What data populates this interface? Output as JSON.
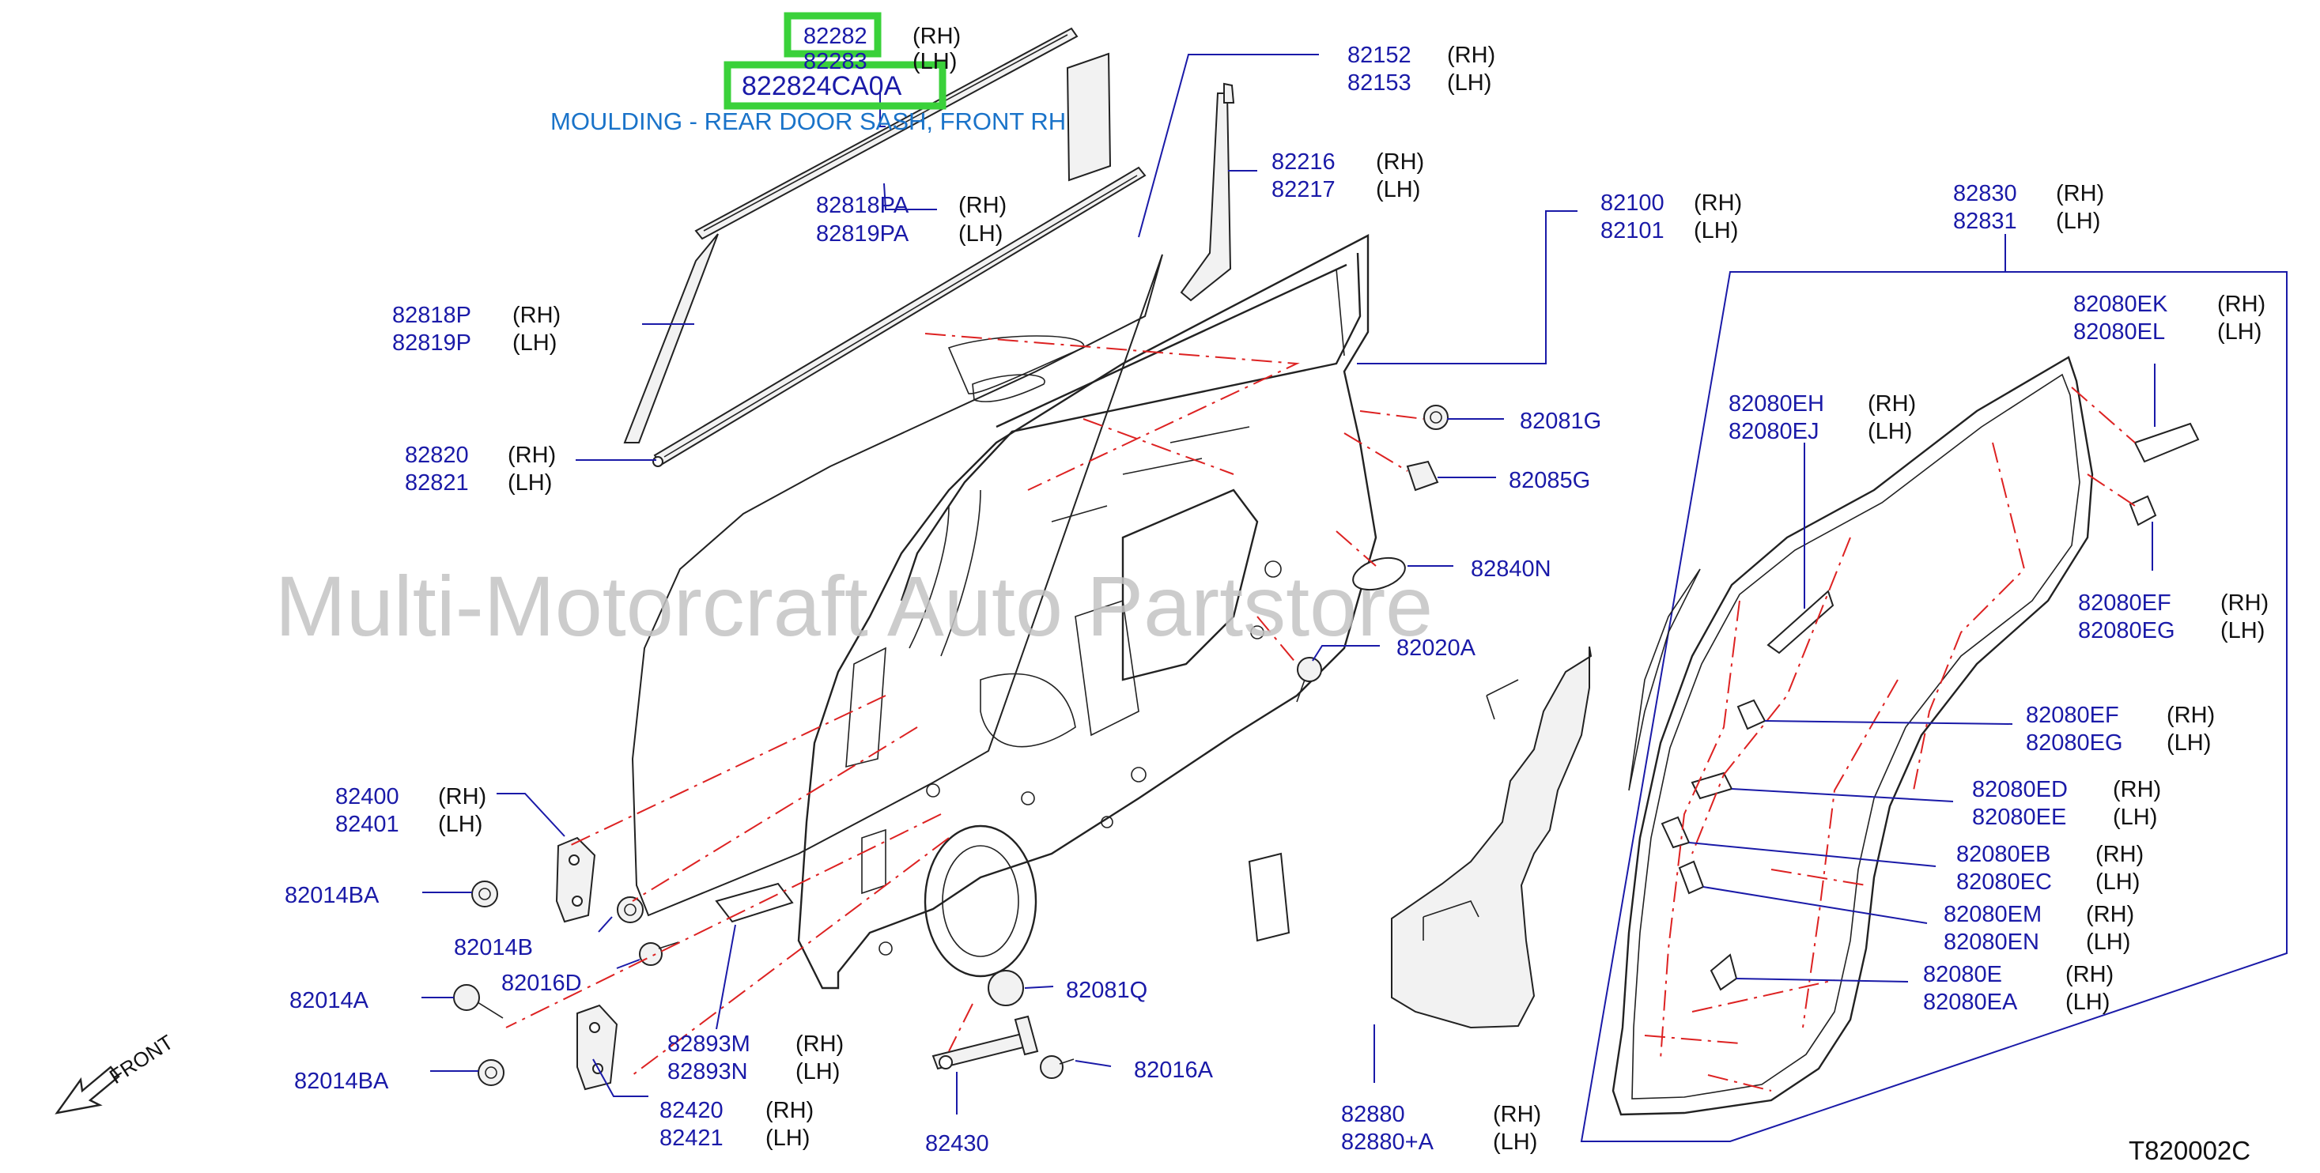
{
  "highlight": {
    "part": "822824CA0A",
    "description": "MOULDING - REAR DOOR SASH, FRONT RH"
  },
  "diagram_code": "T820002C",
  "front_label": "FRONT",
  "watermark": "Multi-Motorcraft Auto Partstore",
  "callouts": {
    "c82282": {
      "a": "82282",
      "a_side": "(RH)",
      "b": "82283",
      "b_side": "(LH)"
    },
    "c82818PA": {
      "a": "82818PA",
      "a_side": "(RH)",
      "b": "82819PA",
      "b_side": "(LH)"
    },
    "c82818P": {
      "a": "82818P",
      "a_side": "(RH)",
      "b": "82819P",
      "b_side": "(LH)"
    },
    "c82820": {
      "a": "82820",
      "a_side": "(RH)",
      "b": "82821",
      "b_side": "(LH)"
    },
    "c82152": {
      "a": "82152",
      "a_side": "(RH)",
      "b": "82153",
      "b_side": "(LH)"
    },
    "c82216": {
      "a": "82216",
      "a_side": "(RH)",
      "b": "82217",
      "b_side": "(LH)"
    },
    "c82100": {
      "a": "82100",
      "a_side": "(RH)",
      "b": "82101",
      "b_side": "(LH)"
    },
    "c82081G": {
      "a": "82081G"
    },
    "c82085G": {
      "a": "82085G"
    },
    "c82840N": {
      "a": "82840N"
    },
    "c82020A": {
      "a": "82020A"
    },
    "c82400": {
      "a": "82400",
      "a_side": "(RH)",
      "b": "82401",
      "b_side": "(LH)"
    },
    "c82014BA_1": {
      "a": "82014BA"
    },
    "c82014B": {
      "a": "82014B"
    },
    "c82016D": {
      "a": "82016D"
    },
    "c82014A": {
      "a": "82014A"
    },
    "c82014BA_2": {
      "a": "82014BA"
    },
    "c82893M": {
      "a": "82893M",
      "a_side": "(RH)",
      "b": "82893N",
      "b_side": "(LH)"
    },
    "c82420": {
      "a": "82420",
      "a_side": "(RH)",
      "b": "82421",
      "b_side": "(LH)"
    },
    "c82430": {
      "a": "82430"
    },
    "c82016A": {
      "a": "82016A"
    },
    "c82081Q": {
      "a": "82081Q"
    },
    "c82880": {
      "a": "82880",
      "a_side": "(RH)",
      "b": "82880+A",
      "b_side": "(LH)"
    },
    "c82830": {
      "a": "82830",
      "a_side": "(RH)",
      "b": "82831",
      "b_side": "(LH)"
    },
    "c82080EK": {
      "a": "82080EK",
      "a_side": "(RH)",
      "b": "82080EL",
      "b_side": "(LH)"
    },
    "c82080EH": {
      "a": "82080EH",
      "a_side": "(RH)",
      "b": "82080EJ",
      "b_side": "(LH)"
    },
    "c82080EF_1": {
      "a": "82080EF",
      "a_side": "(RH)",
      "b": "82080EG",
      "b_side": "(LH)"
    },
    "c82080EF_2": {
      "a": "82080EF",
      "a_side": "(RH)",
      "b": "82080EG",
      "b_side": "(LH)"
    },
    "c82080ED": {
      "a": "82080ED",
      "a_side": "(RH)",
      "b": "82080EE",
      "b_side": "(LH)"
    },
    "c82080EB": {
      "a": "82080EB",
      "a_side": "(RH)",
      "b": "82080EC",
      "b_side": "(LH)"
    },
    "c82080EM": {
      "a": "82080EM",
      "a_side": "(RH)",
      "b": "82080EN",
      "b_side": "(LH)"
    },
    "c82080E": {
      "a": "82080E",
      "a_side": "(RH)",
      "b": "82080EA",
      "b_side": "(LH)"
    }
  }
}
